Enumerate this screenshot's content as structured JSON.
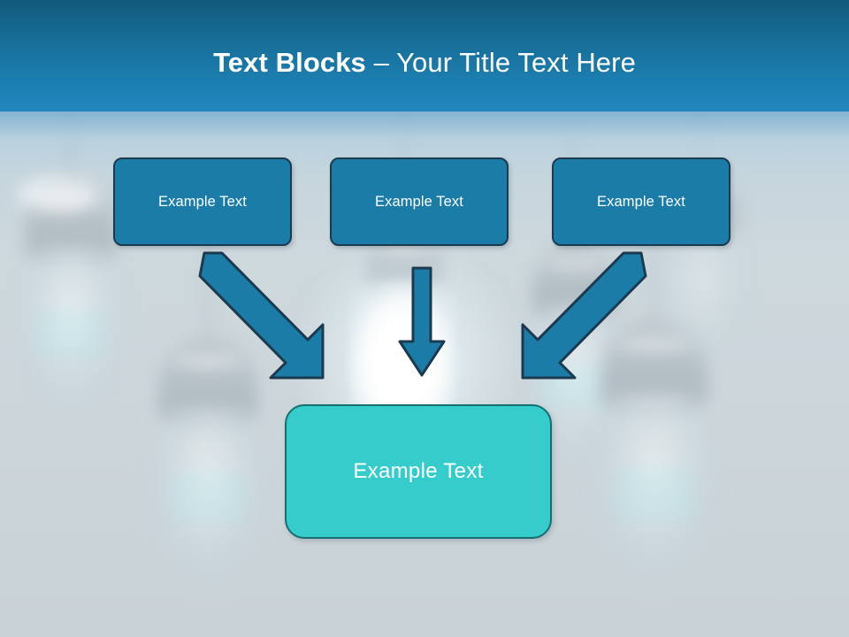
{
  "slide": {
    "title": {
      "bold_part": "Text Blocks",
      "dash": " – ",
      "light_part": "Your Title Text Here",
      "full": "Text Blocks – Your Title Text Here"
    },
    "background": {
      "description": "blurred photograph of hanging incandescent light bulbs",
      "base_color": "#ccd5da",
      "glow_color": "#ffffff"
    },
    "header": {
      "gradient_top": "#12597d",
      "gradient_bottom": "#2287bd",
      "title_color": "#ffffff"
    },
    "top_boxes": [
      {
        "label": "Example Text",
        "fill": "#1b7ca8",
        "border": "#1b3a4f",
        "text_color": "#ffffff"
      },
      {
        "label": "Example Text",
        "fill": "#1b7ca8",
        "border": "#1b3a4f",
        "text_color": "#ffffff"
      },
      {
        "label": "Example Text",
        "fill": "#1b7ca8",
        "border": "#1b3a4f",
        "text_color": "#ffffff"
      }
    ],
    "result_box": {
      "label": "Example Text",
      "fill": "#35cccb",
      "border": "#14706f",
      "text_color": "#ffffff"
    },
    "arrows": [
      {
        "name": "arrow-down-right",
        "direction": "down-right",
        "fill": "#1b7ca8",
        "border": "#1b3a4f"
      },
      {
        "name": "arrow-down",
        "direction": "down",
        "fill": "#1b7ca8",
        "border": "#1b3a4f"
      },
      {
        "name": "arrow-down-left",
        "direction": "down-left",
        "fill": "#1b7ca8",
        "border": "#1b3a4f"
      }
    ]
  }
}
